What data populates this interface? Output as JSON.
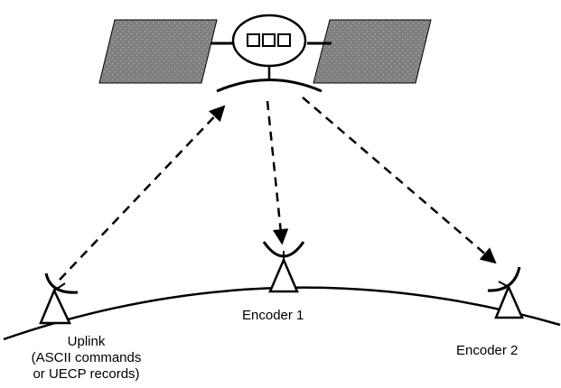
{
  "labels": {
    "uplink": [
      "Uplink",
      "(ASCII commands",
      "or UECP records)"
    ],
    "encoder1": "Encoder 1",
    "encoder2": "Encoder 2"
  },
  "colors": {
    "panel": "#808080",
    "panel_dots": "#b8b8b8",
    "stroke": "#000000",
    "background": "#ffffff"
  },
  "icons": [
    "satellite-icon",
    "solar-panel-icon",
    "dish-antenna-icon",
    "dashed-arrow-icon"
  ]
}
